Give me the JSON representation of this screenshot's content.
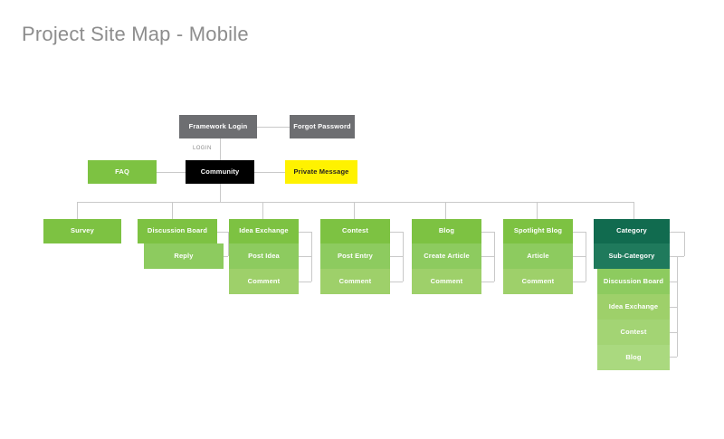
{
  "page": {
    "title": "Project Site Map - Mobile",
    "background": "#ffffff",
    "title_color": "#8d8d8d",
    "connector_color": "#c9c9c9"
  },
  "palette": {
    "gray": "#6d6e71",
    "black": "#000000",
    "yellow": "#fff200",
    "green_1": "#7dc242",
    "green_2": "#8dcb5f",
    "green_3": "#9ed06a",
    "green_4": "#a3d474",
    "green_5": "#aad97f",
    "teal_dark": "#116b4f",
    "teal_mid": "#1f7a5c"
  },
  "edge_labels": {
    "login": "LOGIN"
  },
  "nodes": {
    "framework_login": "Framework Login",
    "forgot_password": "Forgot Password",
    "community": "Community",
    "faq": "FAQ",
    "private_message": "Private Message",
    "survey": "Survey",
    "discussion_board": "Discussion Board",
    "discussion_board_reply": "Reply",
    "idea_exchange": "Idea Exchange",
    "idea_exchange_post": "Post Idea",
    "idea_exchange_comment": "Comment",
    "contest": "Contest",
    "contest_post_entry": "Post Entry",
    "contest_comment": "Comment",
    "blog": "Blog",
    "blog_create_article": "Create Article",
    "blog_comment": "Comment",
    "spotlight_blog": "Spotlight Blog",
    "spotlight_article": "Article",
    "spotlight_comment": "Comment",
    "category": "Category",
    "sub_category": "Sub-Category",
    "cat_discussion_board": "Discussion Board",
    "cat_idea_exchange": "Idea Exchange",
    "cat_contest": "Contest",
    "cat_blog": "Blog"
  },
  "chart_data": {
    "type": "tree",
    "title": "Project Site Map - Mobile",
    "root": "Community",
    "levels": [
      {
        "level": 0,
        "items": [
          {
            "label": "Framework Login",
            "color": "#6d6e71"
          },
          {
            "label": "Forgot Password",
            "color": "#6d6e71"
          }
        ]
      },
      {
        "level": 1,
        "items": [
          {
            "label": "FAQ",
            "color": "#7dc242"
          },
          {
            "label": "Community",
            "color": "#000000"
          },
          {
            "label": "Private Message",
            "color": "#fff200"
          }
        ]
      },
      {
        "level": 2,
        "items": [
          {
            "label": "Survey",
            "color": "#7dc242",
            "children": []
          },
          {
            "label": "Discussion Board",
            "color": "#7dc242",
            "children": [
              "Reply"
            ]
          },
          {
            "label": "Idea Exchange",
            "color": "#7dc242",
            "children": [
              "Post Idea",
              "Comment"
            ]
          },
          {
            "label": "Contest",
            "color": "#7dc242",
            "children": [
              "Post Entry",
              "Comment"
            ]
          },
          {
            "label": "Blog",
            "color": "#7dc242",
            "children": [
              "Create Article",
              "Comment"
            ]
          },
          {
            "label": "Spotlight Blog",
            "color": "#7dc242",
            "children": [
              "Article",
              "Comment"
            ]
          },
          {
            "label": "Category",
            "color": "#116b4f",
            "children": [
              "Sub-Category"
            ]
          }
        ]
      },
      {
        "level": 3,
        "items": [
          {
            "label": "Sub-Category",
            "color": "#1f7a5c",
            "children": [
              "Discussion Board",
              "Idea Exchange",
              "Contest",
              "Blog"
            ]
          }
        ]
      }
    ],
    "edges": [
      {
        "from": "Framework Login",
        "to": "Forgot Password",
        "label": ""
      },
      {
        "from": "Framework Login",
        "to": "Community",
        "label": "LOGIN"
      },
      {
        "from": "Community",
        "to": "FAQ",
        "label": ""
      },
      {
        "from": "Community",
        "to": "Private Message",
        "label": ""
      },
      {
        "from": "Community",
        "to": "Survey",
        "label": ""
      },
      {
        "from": "Community",
        "to": "Discussion Board",
        "label": ""
      },
      {
        "from": "Community",
        "to": "Idea Exchange",
        "label": ""
      },
      {
        "from": "Community",
        "to": "Contest",
        "label": ""
      },
      {
        "from": "Community",
        "to": "Blog",
        "label": ""
      },
      {
        "from": "Community",
        "to": "Spotlight Blog",
        "label": ""
      },
      {
        "from": "Community",
        "to": "Category",
        "label": ""
      }
    ]
  }
}
